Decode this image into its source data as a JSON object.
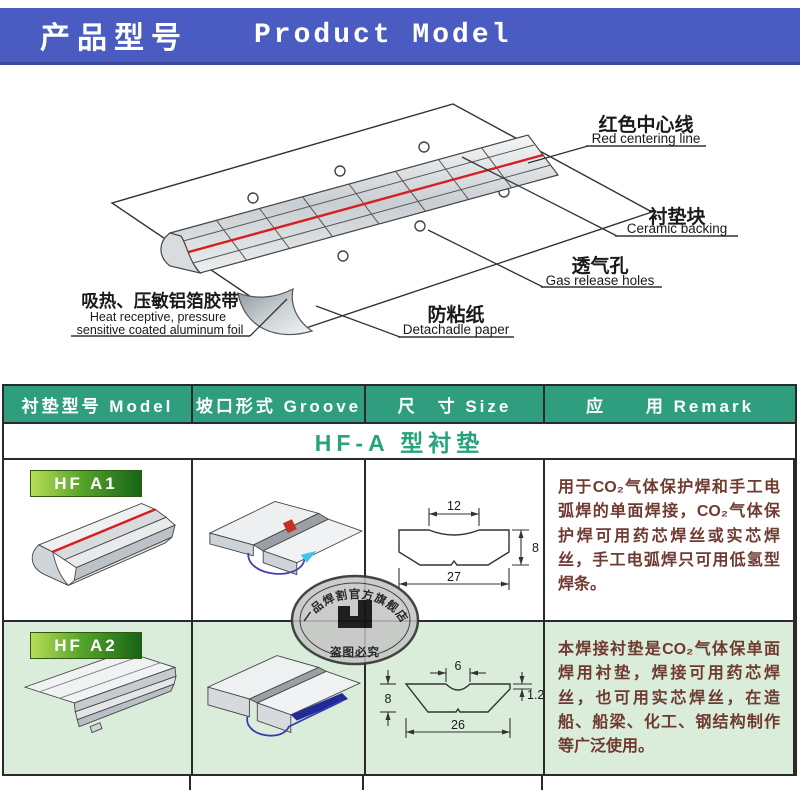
{
  "banner": {
    "title_cn": "产品型号",
    "title_en": "Product Model"
  },
  "colors": {
    "banner_bg": "#4a5cc2",
    "table_header_green": "#2e9e7f",
    "row2_bg": "#d9edda",
    "remark_text": "#6f3a30",
    "center_line_red": "#d42020",
    "backing_blue": "#4a3ab8"
  },
  "diagram": {
    "labels": {
      "red_line": {
        "cn": "红色中心线",
        "en": "Red centering line"
      },
      "ceramic": {
        "cn": "衬垫块",
        "en": "Ceramic backing"
      },
      "gas": {
        "cn": "透气孔",
        "en": "Gas release holes"
      },
      "paper": {
        "cn": "防粘纸",
        "en": "Detachadle paper"
      },
      "foil": {
        "cn": "吸热、压敏铝箔胶带",
        "en_line1": "Heat receptive, pressure",
        "en_line2": "sensitive coated aluminum foil"
      }
    }
  },
  "table": {
    "headers": {
      "model": "衬垫型号 Model",
      "groove": "坡口形式 Groove",
      "size": "尺　寸 Size",
      "remark": "应　　用 Remark"
    },
    "section_title": "HF-A 型衬垫",
    "rows": [
      {
        "model": "HF A1",
        "size": {
          "top": "12",
          "bottom": "27",
          "right": "8"
        },
        "remark": "用于CO₂气体保护焊和手工电弧焊的单面焊接，CO₂气体保护焊可用药芯焊丝或实芯焊丝，手工电弧焊只可用低氢型焊条。"
      },
      {
        "model": "HF A2",
        "size": {
          "top": "6",
          "bottom": "26",
          "left": "8",
          "right": "1.2"
        },
        "remark": "本焊接衬垫是CO₂气体保单面焊用衬垫，焊接可用药芯焊丝，也可用实芯焊丝，在造船、船梁、化工、钢结构制作等广泛使用。"
      }
    ]
  },
  "watermark": {
    "arc_text": "一品焊割官方旗舰店",
    "bottom_text": "盗图必究"
  }
}
